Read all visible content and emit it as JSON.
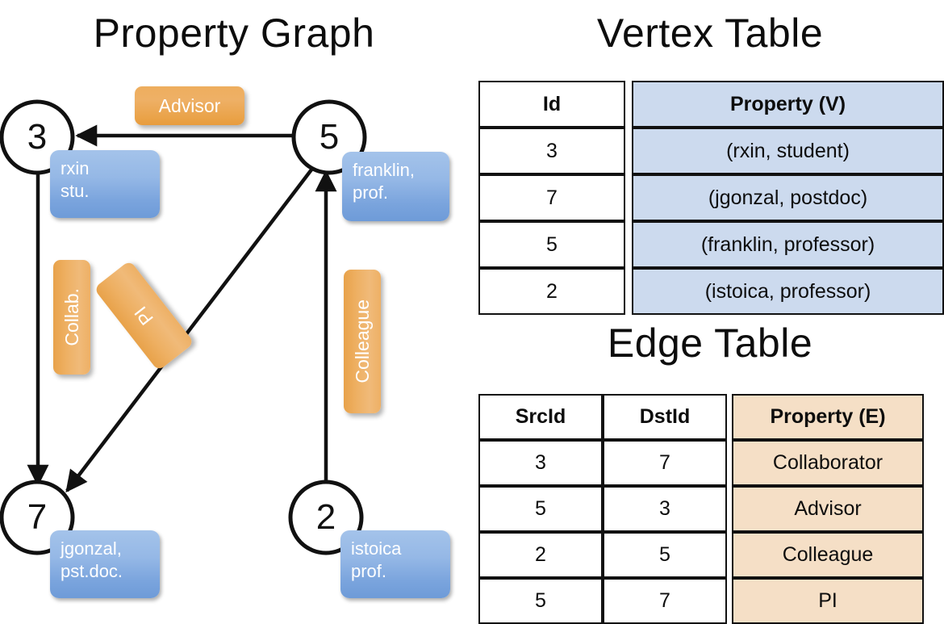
{
  "titles": {
    "property_graph": "Property Graph",
    "vertex_table": "Vertex Table",
    "edge_table": "Edge Table"
  },
  "graph": {
    "vertices": [
      {
        "id": "3",
        "property_label": "rxin\nstu.",
        "name": "rxin",
        "role": "stu."
      },
      {
        "id": "5",
        "property_label": "franklin,\nprof.",
        "name": "franklin,",
        "role": "prof."
      },
      {
        "id": "7",
        "property_label": "jgonzal,\npst.doc.",
        "name": "jgonzal,",
        "role": "pst.doc."
      },
      {
        "id": "2",
        "property_label": "istoica\nprof.",
        "name": "istoica",
        "role": "prof."
      }
    ],
    "edge_labels": [
      {
        "text": "Advisor",
        "orientation": "horizontal"
      },
      {
        "text": "Collab.",
        "orientation": "vertical"
      },
      {
        "text": "PI",
        "orientation": "vertical-rotated"
      },
      {
        "text": "Colleague",
        "orientation": "vertical"
      }
    ],
    "edges": [
      {
        "src": "5",
        "dst": "3",
        "label": "Advisor"
      },
      {
        "src": "3",
        "dst": "7",
        "label": "Collab."
      },
      {
        "src": "5",
        "dst": "7",
        "label": "PI"
      },
      {
        "src": "2",
        "dst": "5",
        "label": "Colleague"
      }
    ]
  },
  "vertex_table": {
    "headers": [
      "Id",
      "Property (V)"
    ],
    "rows": [
      {
        "id": "3",
        "property": "(rxin, student)"
      },
      {
        "id": "7",
        "property": "(jgonzal, postdoc)"
      },
      {
        "id": "5",
        "property": "(franklin, professor)"
      },
      {
        "id": "2",
        "property": "(istoica, professor)"
      }
    ]
  },
  "edge_table": {
    "headers": [
      "SrcId",
      "DstId",
      "Property (E)"
    ],
    "rows": [
      {
        "src": "3",
        "dst": "7",
        "property": "Collaborator"
      },
      {
        "src": "5",
        "dst": "3",
        "property": "Advisor"
      },
      {
        "src": "2",
        "dst": "5",
        "property": "Colleague"
      },
      {
        "src": "5",
        "dst": "7",
        "property": "PI"
      }
    ]
  },
  "colors": {
    "vertex_property_fill": "#ccdaee",
    "edge_property_fill": "#f5dfc6",
    "node_box_blue": "#7aa4dd",
    "edge_label_orange": "#eeae5e",
    "stroke": "#111111"
  }
}
